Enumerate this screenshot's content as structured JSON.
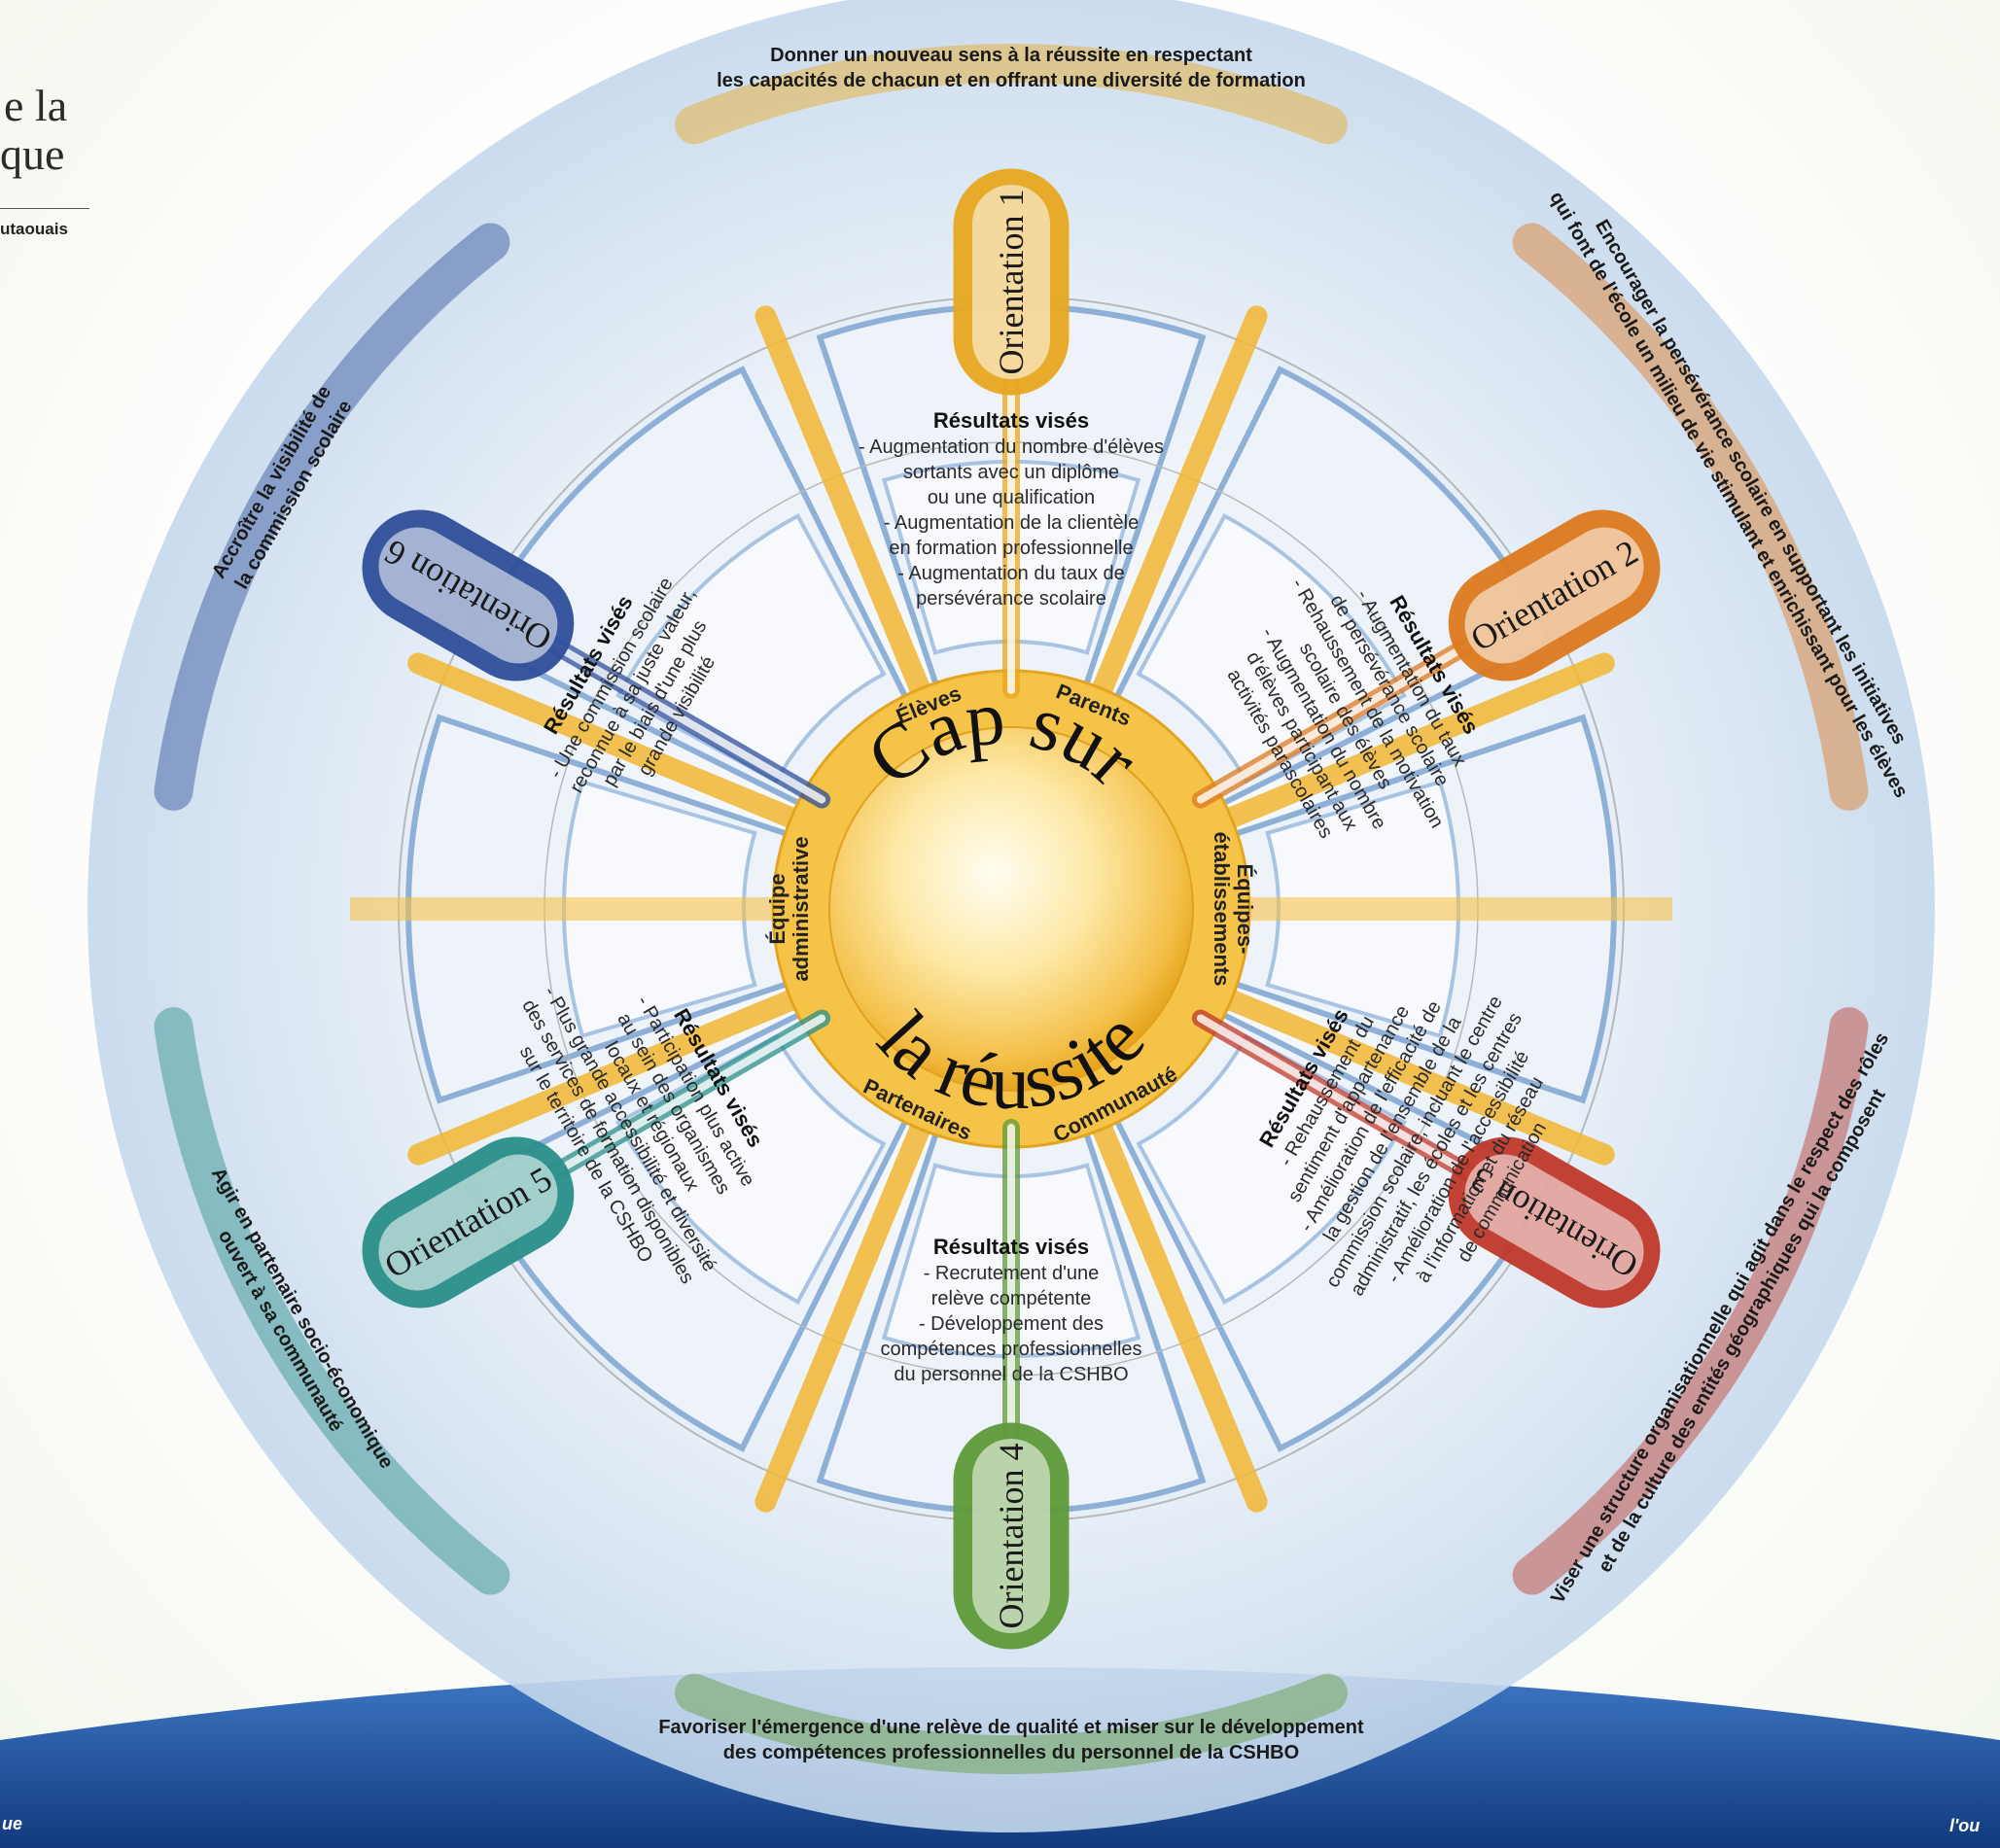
{
  "corner": {
    "title_line1": "e la",
    "title_line2": "que",
    "subtitle": "utaouais",
    "bottom_left": "ue",
    "bottom_right": "l'ou"
  },
  "center": {
    "line1": "Cap sur",
    "line2": "la réussite"
  },
  "ring_labels": [
    "Élèves",
    "Parents",
    "Équipes-\nétablissements",
    "Communauté",
    "Partenaires",
    "Équipe\nadministrative"
  ],
  "orientations": [
    {
      "label": "Orientation 1",
      "color": "#e8a820",
      "statement": [
        "Donner un nouveau sens à la réussite en respectant",
        "les capacités de chacun et en offrant une diversité de formation"
      ],
      "results_title": "Résultats visés",
      "results": [
        "- Augmentation du nombre d'élèves",
        "sortants avec un diplôme",
        "ou une qualification",
        "- Augmentation de la clientèle",
        "en formation professionnelle",
        "- Augmentation du taux de",
        "persévérance scolaire"
      ]
    },
    {
      "label": "Orientation 2",
      "color": "#dd7a1e",
      "statement": [
        "Encourager la persévérance scolaire en supportant les initiatives",
        "qui font de l'école un milieu de vie stimulant et enrichissant pour les élèves"
      ],
      "results_title": "Résultats visés",
      "results": [
        "- Augmentation du taux",
        "de persévérance scolaire",
        "- Rehaussement de la motivation",
        "scolaire des élèves",
        "- Augmentation du nombre",
        "d'élèves participant aux",
        "activités parascolaires"
      ]
    },
    {
      "label": "Orientation 3",
      "color": "#c0392b",
      "statement": [
        "Viser une structure organisationnelle qui agit dans le respect des rôles",
        "et de la culture des entités géographiques qui la composent"
      ],
      "results_title": "Résultats visés",
      "results": [
        "- Rehaussement du",
        "sentiment d'appartenance",
        "- Amélioration de l'efficacité de",
        "la gestion de l'ensemble de la",
        "commission scolaire, incluant le centre",
        "administratif, les écoles et les centres",
        "- Amélioration de l'accessibilité",
        "à l'information et du réseau",
        "de communication"
      ]
    },
    {
      "label": "Orientation 4",
      "color": "#5f9a3a",
      "statement": [
        "Favoriser l'émergence d'une relève de qualité et miser sur le développement",
        "des compétences professionnelles du personnel de la CSHBO"
      ],
      "results_title": "Résultats visés",
      "results": [
        "- Recrutement d'une",
        "relève compétente",
        "- Développement des",
        "compétences professionnelles",
        "du personnel de la CSHBO"
      ]
    },
    {
      "label": "Orientation 5",
      "color": "#2a8f8a",
      "statement": [
        "Agir en partenaire socio-économique",
        "ouvert à sa communauté"
      ],
      "results_title": "Résultats visés",
      "results": [
        "- Participation plus active",
        "au sein des organismes",
        "locaux et régionaux",
        "- Plus grande accessibilité et diversité",
        "des services de formation disponibles",
        "sur le territoire de la CSHBO"
      ]
    },
    {
      "label": "Orientation 6",
      "color": "#2f4f9a",
      "statement": [
        "Accroître la visibilité de",
        "la commission scolaire"
      ],
      "results_title": "Résultats visés",
      "results": [
        "- Une commission scolaire",
        "reconnue à sa juste valeur,",
        "par le biais d'une plus",
        "grande visibilité"
      ]
    }
  ]
}
